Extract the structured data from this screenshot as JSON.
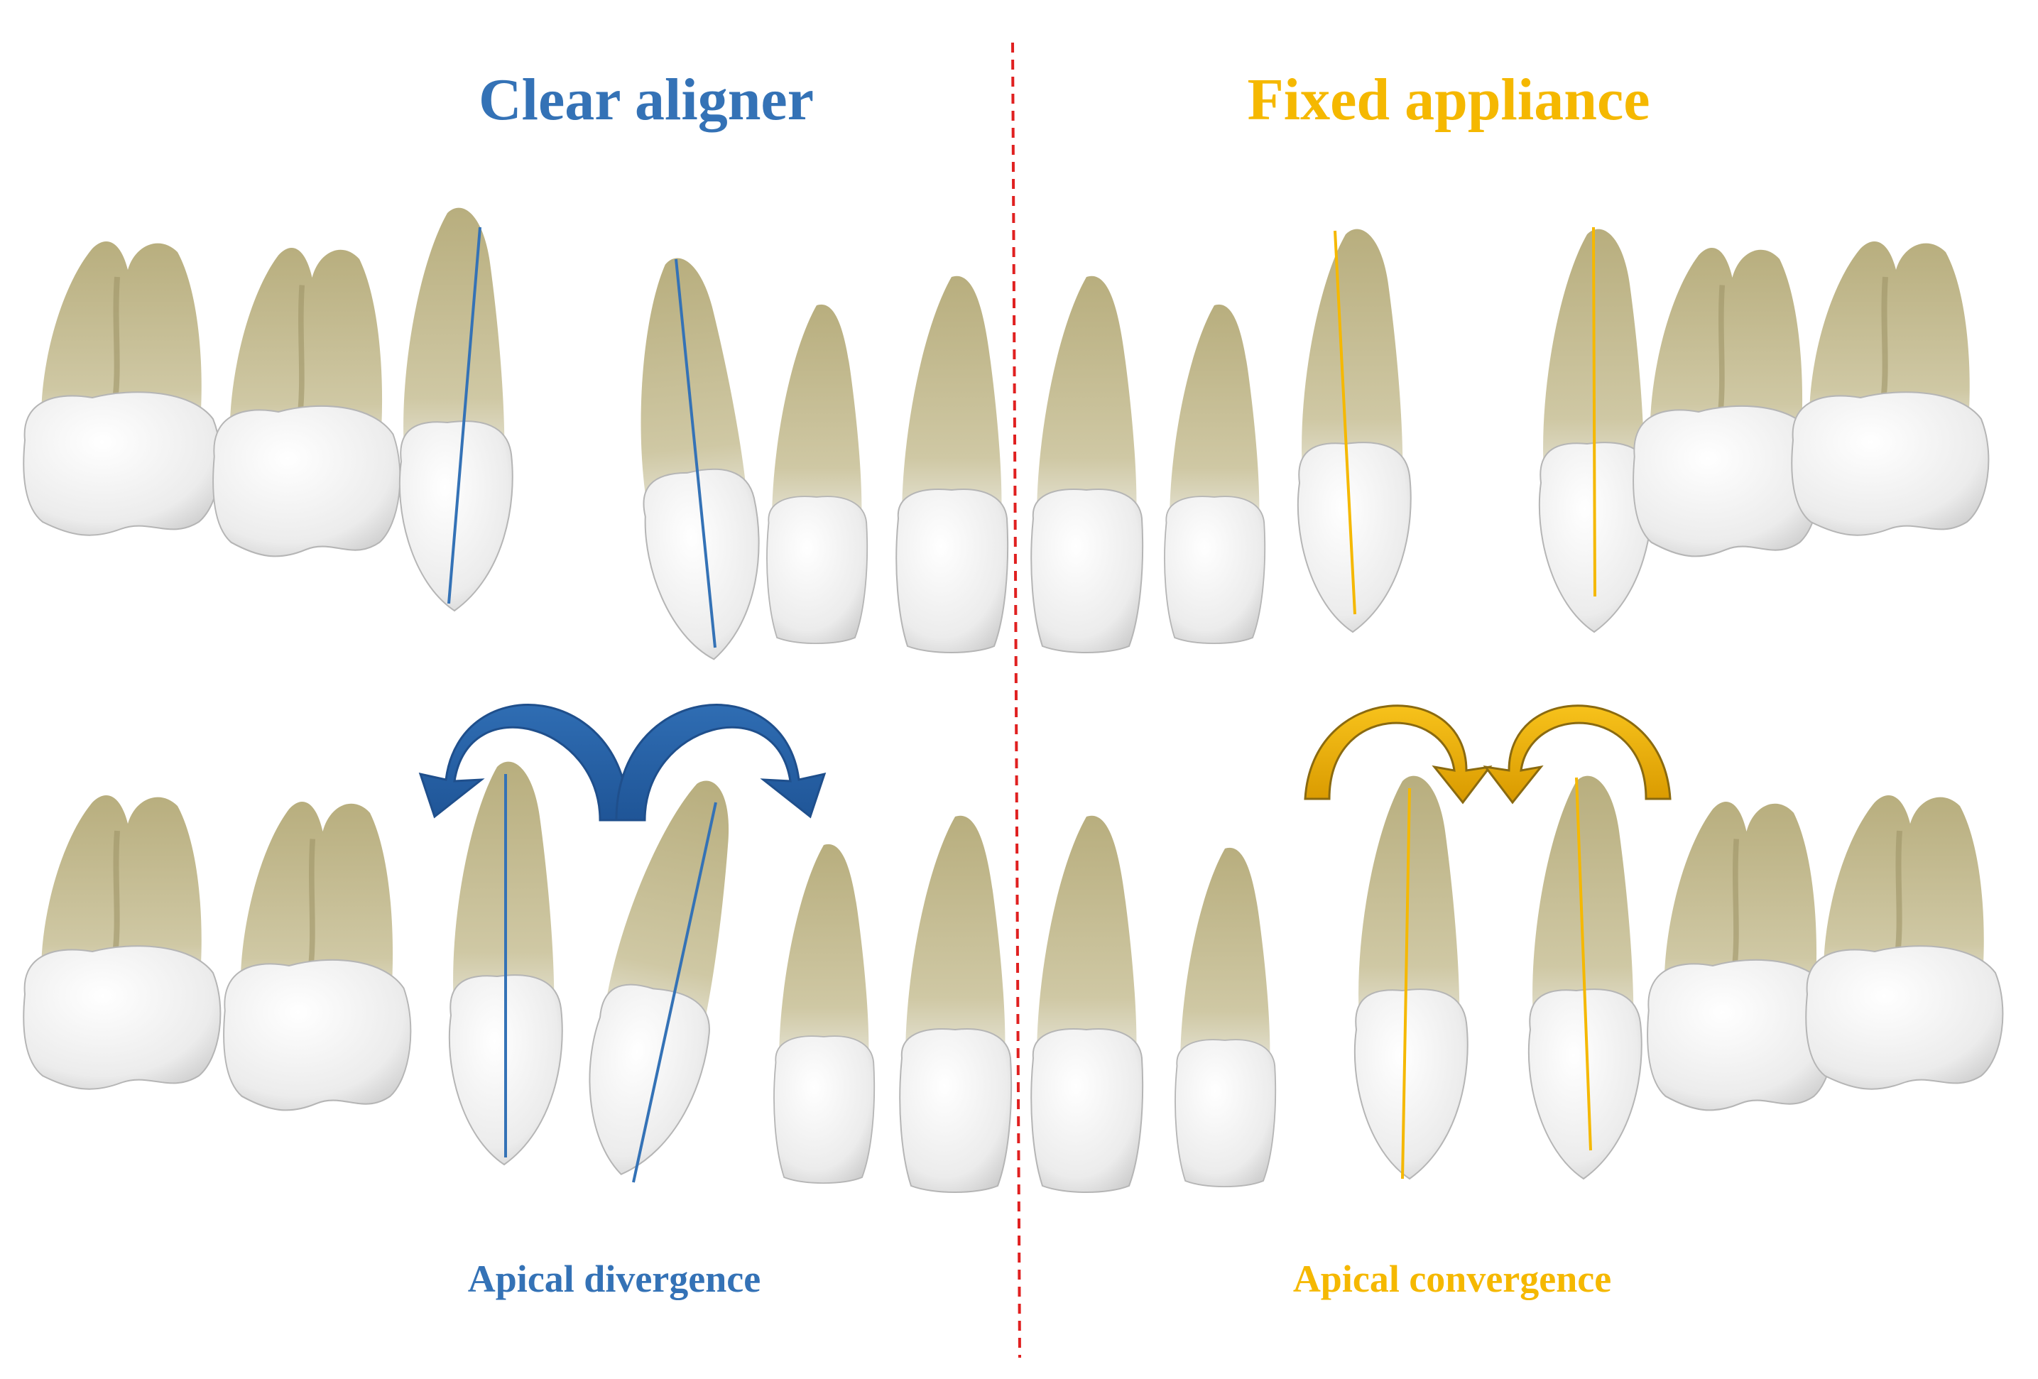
{
  "colors": {
    "aligner": "#3472b6",
    "fixed": "#f5b800",
    "divider": "#e02020",
    "root": "#c9c29a",
    "crown": "#eeeeee"
  },
  "left_panel": {
    "title": "Clear aligner",
    "caption": "Apical divergence",
    "arrows": [
      "curved-arrow-left",
      "curved-arrow-right"
    ]
  },
  "right_panel": {
    "title": "Fixed appliance",
    "caption": "Apical convergence",
    "arrows": [
      "curved-arrow-right",
      "curved-arrow-left"
    ]
  }
}
